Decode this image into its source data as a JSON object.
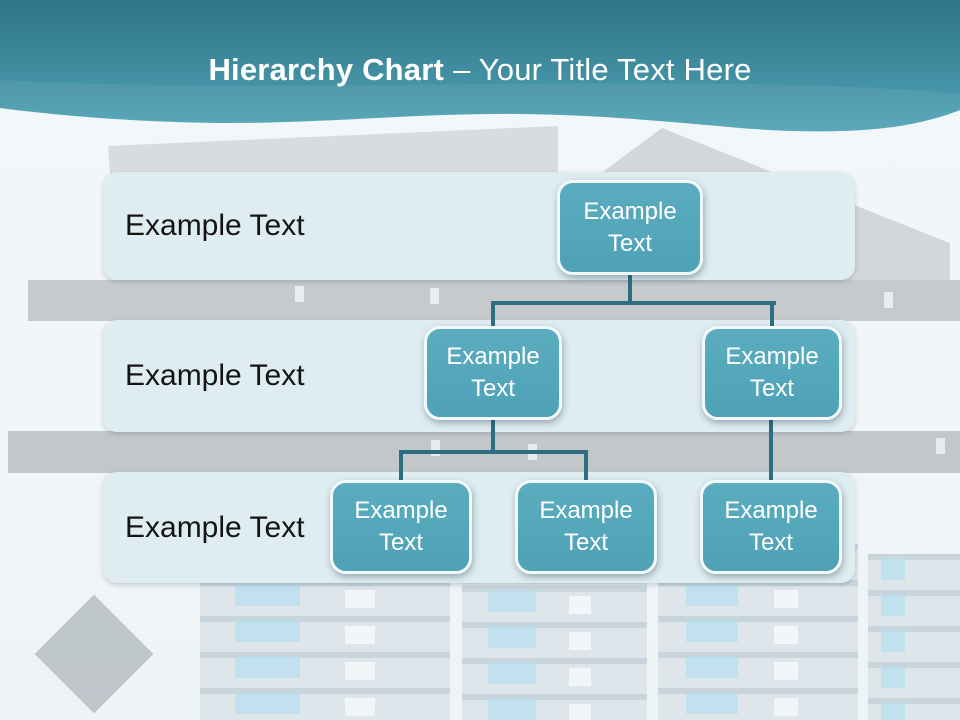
{
  "title": {
    "bold": "Hierarchy Chart",
    "rest": "– Your Title Text Here"
  },
  "rows": [
    {
      "label": "Example Text"
    },
    {
      "label": "Example Text"
    },
    {
      "label": "Example Text"
    }
  ],
  "nodes": {
    "root": {
      "line1": "Example",
      "line2": "Text"
    },
    "mid_left": {
      "line1": "Example",
      "line2": "Text"
    },
    "mid_right": {
      "line1": "Example",
      "line2": "Text"
    },
    "leaf_1": {
      "line1": "Example",
      "line2": "Text"
    },
    "leaf_2": {
      "line1": "Example",
      "line2": "Text"
    },
    "leaf_3": {
      "line1": "Example",
      "line2": "Text"
    }
  },
  "hierarchy": {
    "edges": [
      [
        "root",
        "mid_left"
      ],
      [
        "root",
        "mid_right"
      ],
      [
        "mid_left",
        "leaf_1"
      ],
      [
        "mid_left",
        "leaf_2"
      ],
      [
        "mid_right",
        "leaf_3"
      ]
    ]
  },
  "colors": {
    "header_teal_top": "#2f7487",
    "header_teal_bottom": "#4fa3b6",
    "title_text": "#ffffff",
    "band_fill": "#dfecf2",
    "row_label": "#141414",
    "node_fill": "#53a6b9",
    "node_border": "#f2f9fb",
    "node_text": "#ffffff",
    "connector": "#2d6e80",
    "background_strip_gray": "#c4c8ca"
  }
}
